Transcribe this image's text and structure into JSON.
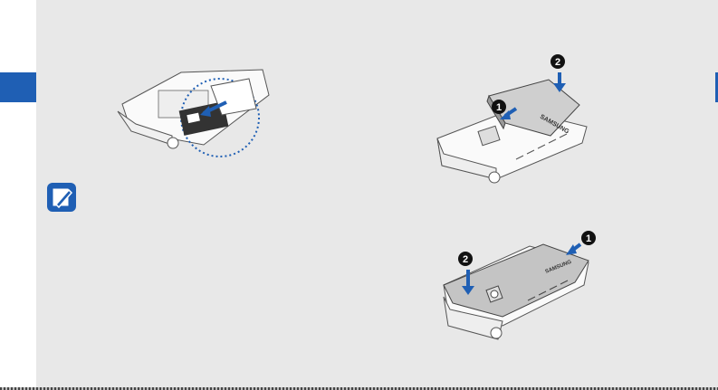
{
  "illustrations": {
    "sim_card": {
      "description_label": ""
    },
    "battery": {
      "brand": "SAMSUNG",
      "steps": [
        "1",
        "2"
      ]
    },
    "back_cover": {
      "brand": "SAMSUNG",
      "steps": [
        "1",
        "2"
      ]
    }
  },
  "note": {
    "icon": "note-pencil-icon"
  },
  "colors": {
    "accent": "#1f5fb4",
    "panel": "#e8e8e8",
    "arrow": "#1f5fb4",
    "badge": "#111111"
  }
}
